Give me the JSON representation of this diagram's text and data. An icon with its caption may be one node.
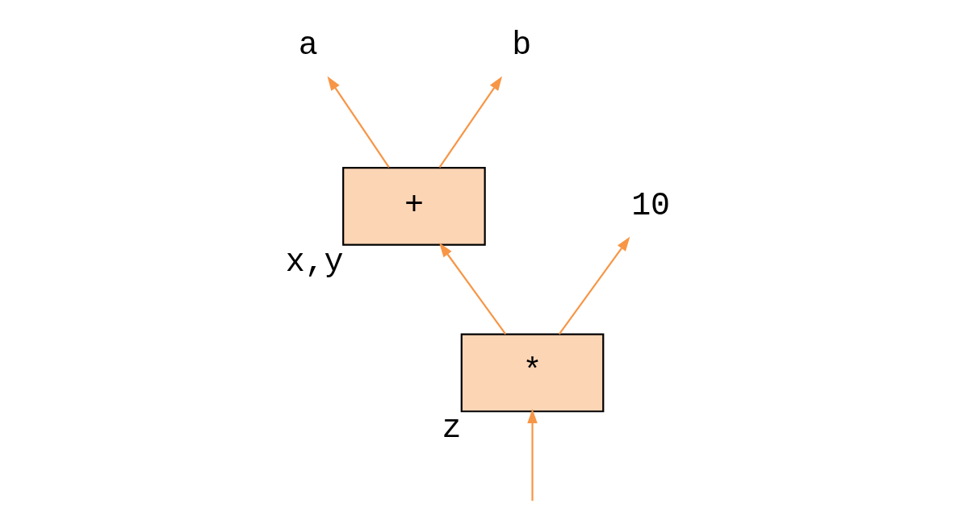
{
  "diagram": {
    "nodes": [
      {
        "text": [
          "a"
        ]
      },
      {
        "text": [
          "b"
        ]
      },
      {
        "text": [
          "+"
        ],
        "beside": [
          "x,y"
        ]
      },
      {
        "text": [
          "10"
        ]
      },
      {
        "text": [
          "*"
        ],
        "beside": [
          "z"
        ]
      }
    ],
    "edges": [
      {
        "from": 2,
        "to": 0,
        "arrow": "to"
      },
      {
        "from": 2,
        "to": 1,
        "arrow": "to"
      },
      {
        "from": 4,
        "to": 2,
        "arrow": "to"
      },
      {
        "from": 4,
        "to": 3,
        "arrow": "to"
      },
      {
        "from": null,
        "to": 4,
        "arrow": "to"
      }
    ]
  }
}
